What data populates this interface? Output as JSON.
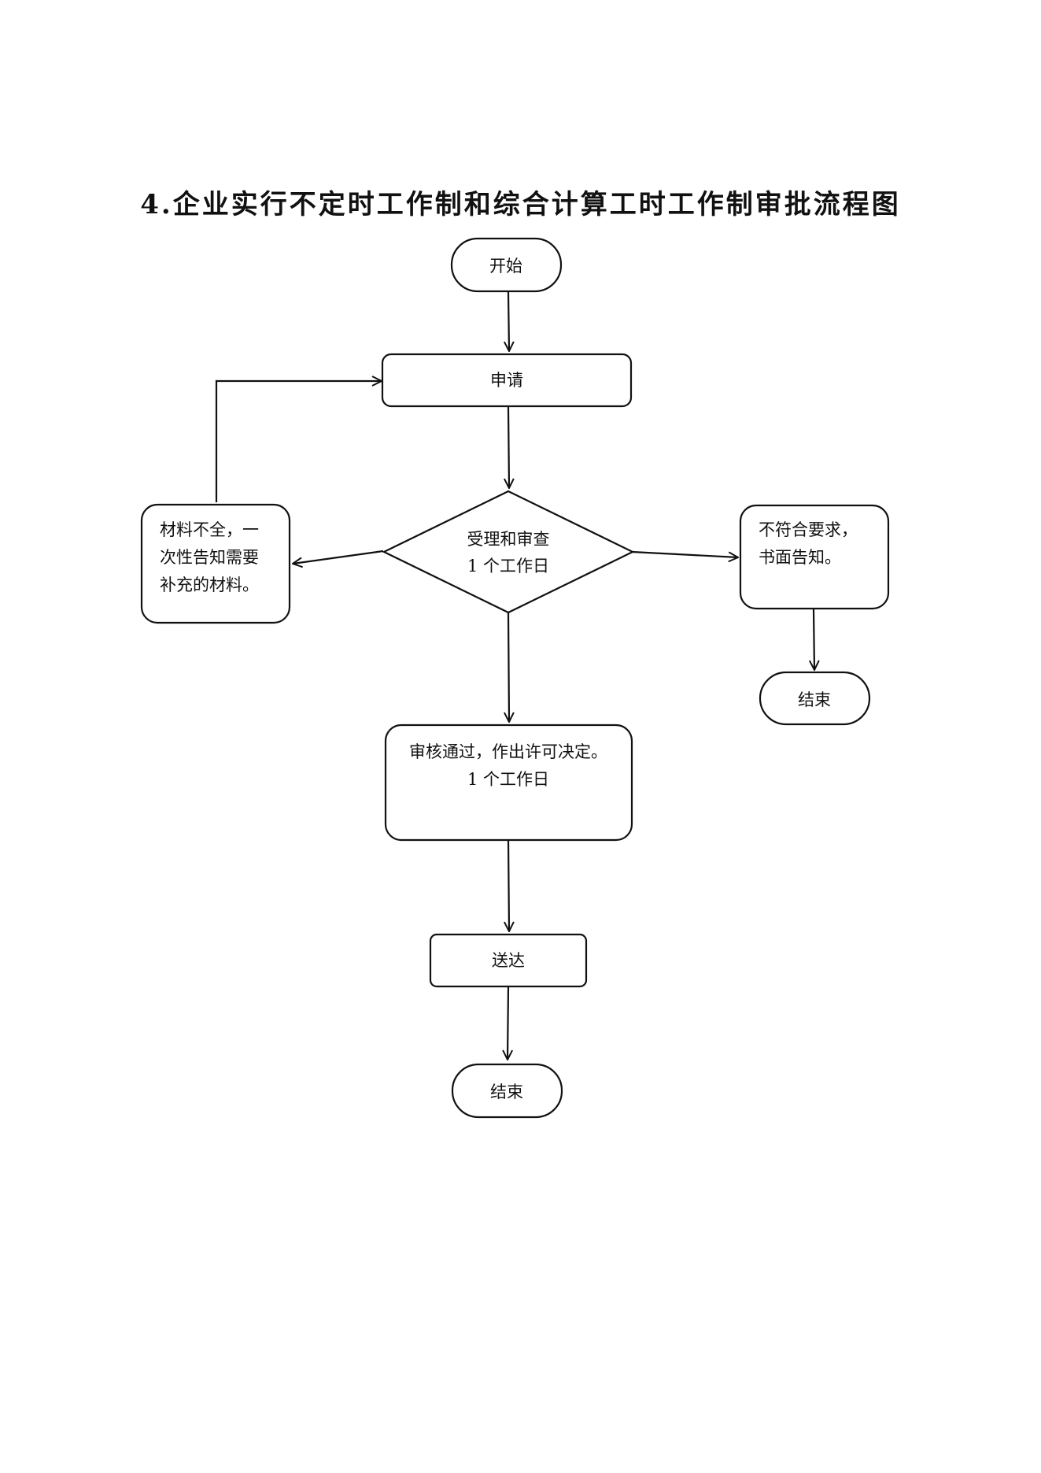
{
  "title": "4.企业实行不定时工作制和综合计算工时工作制审批流程图",
  "nodes": {
    "start": "开始",
    "apply": "申请",
    "review": [
      "受理和审查",
      "1 个工作日"
    ],
    "incomplete": [
      "材料不全，一",
      "次性告知需要",
      "补充的材料。"
    ],
    "reject": [
      "不符合要求，",
      "书面告知。"
    ],
    "end_reject": "结束",
    "approve": [
      "审核通过，作出许可决定。",
      "1 个工作日"
    ],
    "deliver": "送达",
    "end": "结束"
  }
}
